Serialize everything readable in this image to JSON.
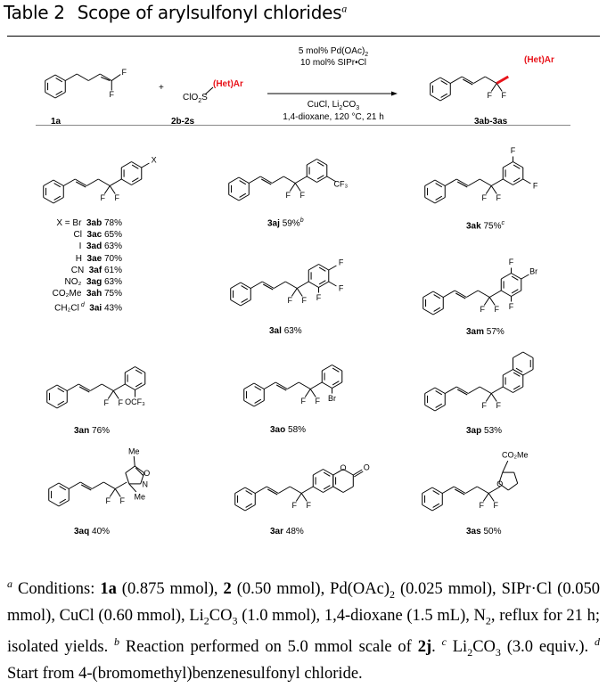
{
  "title": {
    "label": "Table 2",
    "text": "Scope of arylsulfonyl chlorides",
    "note": "a"
  },
  "scheme": {
    "reactant1": "1a",
    "reactant2": "2b-2s",
    "product": "3ab-3as",
    "plus": "+",
    "reagent2_prefix": "ClO",
    "reagent2_sub": "2",
    "reagent2_s": "S",
    "het_ar": "(Het)Ar",
    "F": "F",
    "conditions_above": [
      "5 mol% Pd(OAc)",
      "2",
      "10 mol% SIPr•Cl"
    ],
    "conditions_below": [
      "CuCl, Li",
      "2",
      "CO",
      "3",
      "1,4-dioxane, 120 °C, 21 h"
    ],
    "accent_color": "#e8141b"
  },
  "series_x": [
    {
      "x": "X = Br",
      "id": "3ab",
      "yield": "78%"
    },
    {
      "x": "Cl",
      "id": "3ac",
      "yield": "65%"
    },
    {
      "x": "I",
      "id": "3ad",
      "yield": "63%"
    },
    {
      "x": "H",
      "id": "3ae",
      "yield": "70%"
    },
    {
      "x": "CN",
      "id": "3af",
      "yield": "61%"
    },
    {
      "x": "NO₂",
      "id": "3ag",
      "yield": "63%"
    },
    {
      "x": "CO₂Me",
      "id": "3ah",
      "yield": "75%"
    },
    {
      "x": "CH₂Cl",
      "note": "d",
      "id": "3ai",
      "yield": "43%"
    }
  ],
  "compounds": [
    {
      "id": "3ab-3ai",
      "subs": [
        "X"
      ]
    },
    {
      "id": "3aj",
      "yield": "59%",
      "note": "b",
      "subs": [
        "CF₃"
      ]
    },
    {
      "id": "3ak",
      "yield": "75%",
      "note": "c",
      "subs": [
        "F",
        "F"
      ]
    },
    {
      "id": "3al",
      "yield": "63%",
      "note": "",
      "subs": [
        "F",
        "F",
        "F"
      ]
    },
    {
      "id": "3am",
      "yield": "57%",
      "note": "",
      "subs": [
        "F",
        "Br",
        "F"
      ]
    },
    {
      "id": "3an",
      "yield": "76%",
      "note": "",
      "subs": [
        "OCF₃"
      ]
    },
    {
      "id": "3ao",
      "yield": "58%",
      "note": "",
      "subs": [
        "Br"
      ]
    },
    {
      "id": "3ap",
      "yield": "53%",
      "note": "",
      "subs": []
    },
    {
      "id": "3aq",
      "yield": "40%",
      "note": "",
      "subs": [
        "Me",
        "O",
        "N",
        "Me"
      ]
    },
    {
      "id": "3ar",
      "yield": "48%",
      "note": "",
      "subs": [
        "O",
        "O"
      ]
    },
    {
      "id": "3as",
      "yield": "50%",
      "note": "",
      "subs": [
        "CO₂Me",
        "O"
      ]
    }
  ],
  "footnote": [
    {
      "s": "sup",
      "t": "a"
    },
    {
      "t": " Conditions: "
    },
    {
      "s": "b",
      "t": "1a"
    },
    {
      "t": " (0.875 mmol), "
    },
    {
      "s": "b",
      "t": "2"
    },
    {
      "t": " (0.50 mmol), Pd(OAc)"
    },
    {
      "s": "sub",
      "t": "2"
    },
    {
      "t": " (0.025 mmol), SIPr·Cl (0.050 mmol), CuCl (0.60 mmol), Li"
    },
    {
      "s": "sub",
      "t": "2"
    },
    {
      "t": "CO"
    },
    {
      "s": "sub",
      "t": "3"
    },
    {
      "t": " (1.0 mmol), 1,4-dioxane (1.5 mL), N"
    },
    {
      "s": "sub",
      "t": "2"
    },
    {
      "t": ", reflux for 21 h; isolated yields. "
    },
    {
      "s": "sup",
      "t": "b"
    },
    {
      "t": " Reaction performed on 5.0 mmol scale of "
    },
    {
      "s": "b",
      "t": "2j"
    },
    {
      "t": ". "
    },
    {
      "s": "sup",
      "t": "c"
    },
    {
      "t": " Li"
    },
    {
      "s": "sub",
      "t": "2"
    },
    {
      "t": "CO"
    },
    {
      "s": "sub",
      "t": "3"
    },
    {
      "t": " (3.0 equiv.). "
    },
    {
      "s": "sup",
      "t": "d"
    },
    {
      "t": " Start from 4-(bromomethyl)benzenesulfonyl chloride."
    }
  ]
}
